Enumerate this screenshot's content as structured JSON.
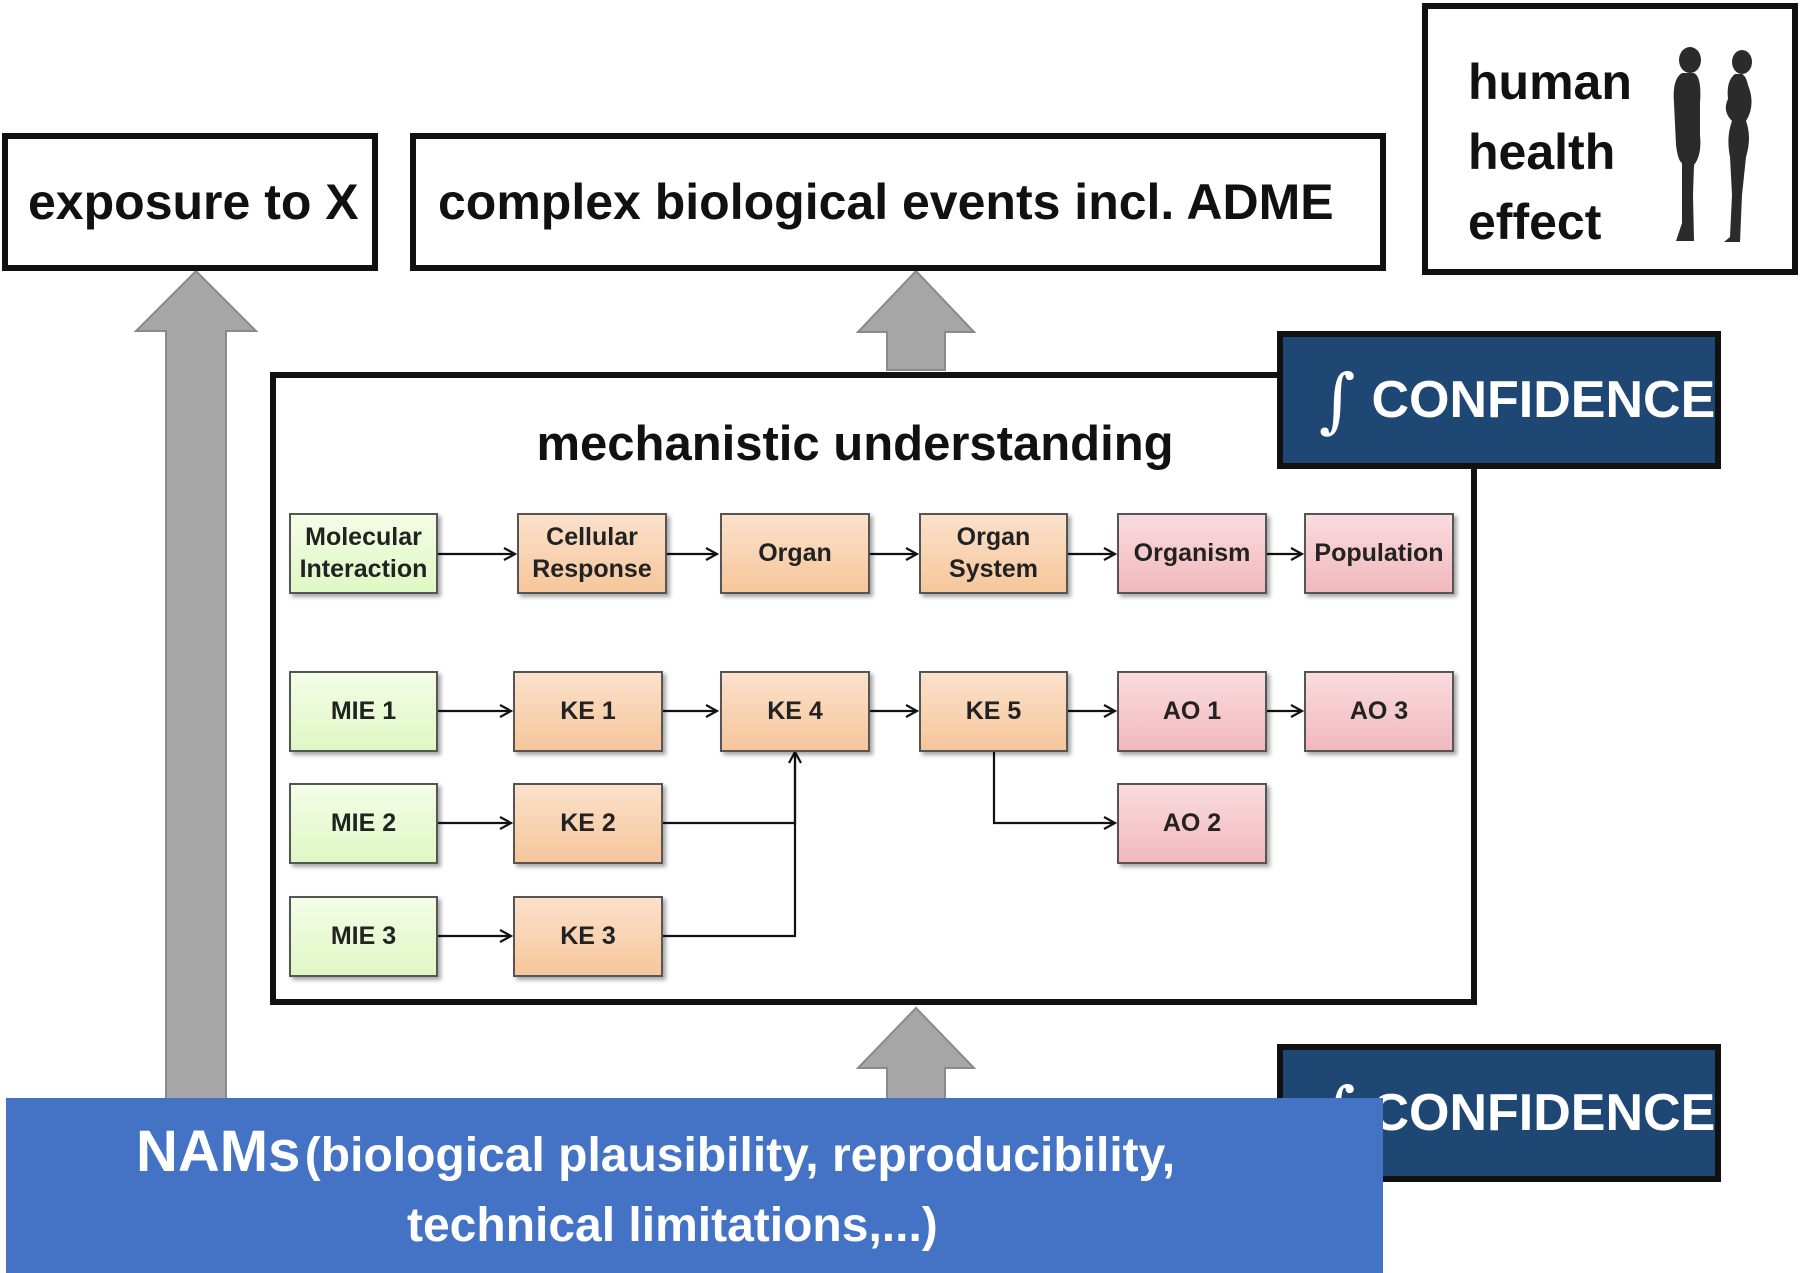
{
  "top": {
    "exposure": "exposure to X",
    "complex_events": "complex biological events incl. ADME",
    "health": [
      "human",
      "health",
      "effect"
    ]
  },
  "confidence": {
    "symbol": "∫",
    "label": "CONFIDENCE"
  },
  "mechanistic": {
    "title": "mechanistic understanding",
    "levels": [
      [
        "Molecular",
        "Interaction"
      ],
      [
        "Cellular",
        "Response"
      ],
      [
        "Organ"
      ],
      [
        "Organ",
        "System"
      ],
      [
        "Organism"
      ],
      [
        "Population"
      ]
    ],
    "events": {
      "mie1": "MIE 1",
      "mie2": "MIE 2",
      "mie3": "MIE 3",
      "ke1": "KE 1",
      "ke2": "KE 2",
      "ke3": "KE 3",
      "ke4": "KE 4",
      "ke5": "KE 5",
      "ao1": "AO 1",
      "ao2": "AO 2",
      "ao3": "AO 3"
    }
  },
  "nams": {
    "title": "NAMs",
    "line1": "(biological plausibility, reproducibility,",
    "line2": "technical limitations,...)"
  },
  "colors": {
    "nams_bg": "#4472c4",
    "confidence_bg": "#1e4773",
    "arrow_gray": "#a6a6a6"
  }
}
